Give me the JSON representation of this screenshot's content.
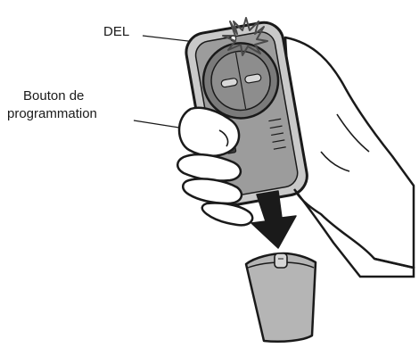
{
  "callouts": {
    "led": "DEL",
    "program_button_line1": "Bouton de",
    "program_button_line2": "programmation"
  },
  "colors": {
    "ink": "#1a1a1a",
    "remote_body": "#c9c9c9",
    "remote_dark": "#7a7a7a",
    "cover": "#b5b5b5",
    "skin": "#ffffff"
  }
}
